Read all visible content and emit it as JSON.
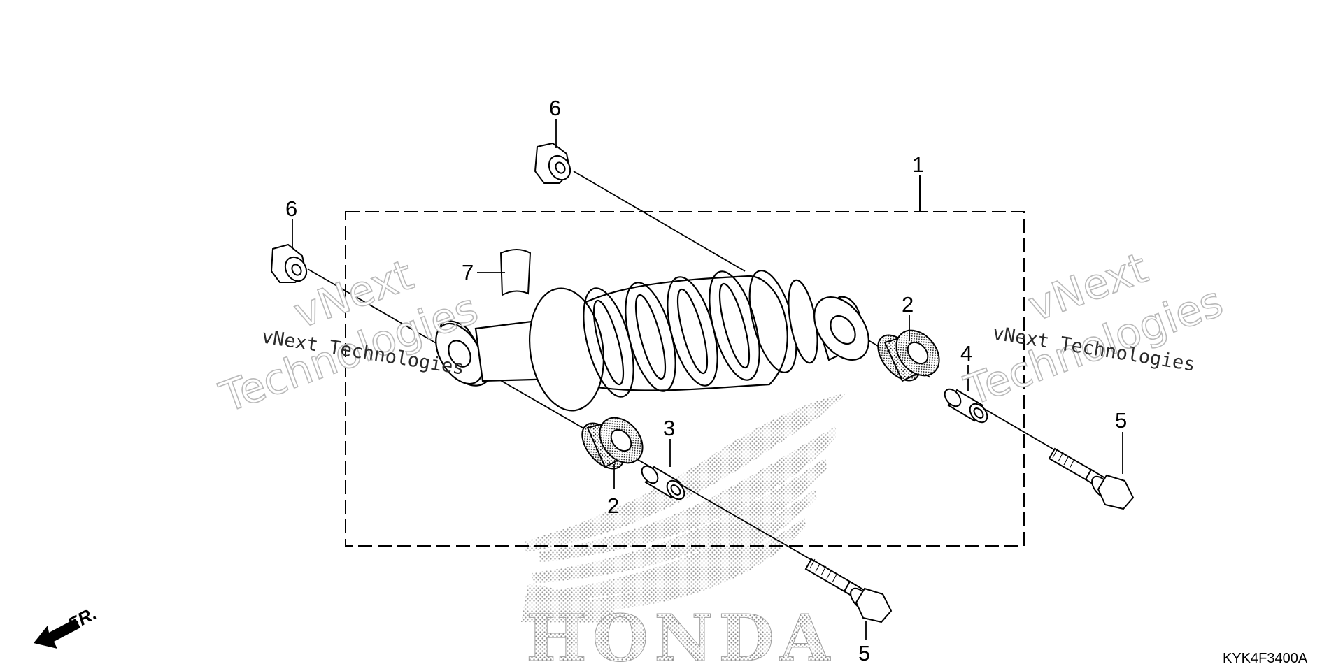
{
  "diagram": {
    "drawing_code": "KYK4F3400A",
    "direction_marker": "FR.",
    "brand_watermark": "HONDA",
    "watermark": {
      "line1": "vNext Technologies",
      "line2a": "vNext",
      "line2b": "Technologies"
    },
    "callouts": {
      "c1": "1",
      "c2a": "2",
      "c2b": "2",
      "c3": "3",
      "c4": "4",
      "c5a": "5",
      "c5b": "5",
      "c6a": "6",
      "c6b": "6",
      "c7": "7"
    }
  }
}
